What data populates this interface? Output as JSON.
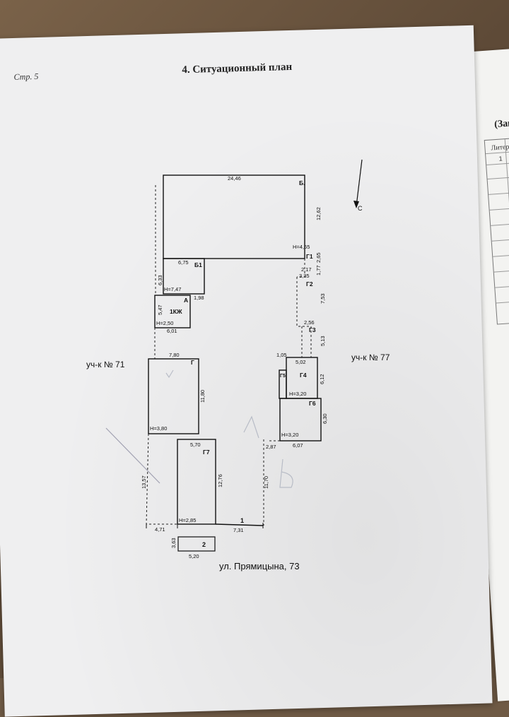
{
  "page_number": "Стр. 5",
  "title": "4. Ситуационный план",
  "next_page": {
    "title_fragment": "(Зап",
    "table_header_fragment": "Литер",
    "first_cell": "1"
  },
  "plan": {
    "compass_label": "С",
    "neighbor_left": "уч-к № 71",
    "neighbor_right": "уч-к № 77",
    "street": "ул. Прямицына, 73",
    "buildings": {
      "B": "Б.",
      "B1": "Б1",
      "A": "А",
      "K1": "1КЖ",
      "G": "Г",
      "G1": "Г1",
      "G2": "Г2",
      "G3": "Г3",
      "G4": "Г4",
      "G5": "Г5",
      "G6": "Г6",
      "G7": "Г7"
    },
    "heights": {
      "B": "Н=4,65",
      "B1": "Н=7,47",
      "K1": "Н=2,50",
      "G": "Н=3,80",
      "G4": "Н=3,20",
      "G6": "Н=3,20",
      "G7": "Н=2,85"
    },
    "dimensions": {
      "d2446": "24,46",
      "d1262": "12,62",
      "d675": "6,75",
      "d633": "6,33",
      "d198": "1,98",
      "d547": "5,47",
      "d601": "6,01",
      "d265": "2,65",
      "d177": "1,77",
      "d217": "2,17",
      "d335": "3,35",
      "d753": "7,53",
      "d256": "2,56",
      "d513": "5,13",
      "d780": "7,80",
      "d1180": "11,80",
      "d105": "1,05",
      "d502": "5,02",
      "d612": "6,12",
      "d630": "6,30",
      "d607": "6,07",
      "d287": "2,87",
      "d570": "5,70",
      "d1276": "12,76",
      "d1170": "11,70",
      "d1357": "13,57",
      "d471": "4,71",
      "d731": "7,31",
      "d363": "3,63",
      "d520": "5,20"
    },
    "gates": {
      "g1": "1",
      "g2": "2"
    }
  }
}
